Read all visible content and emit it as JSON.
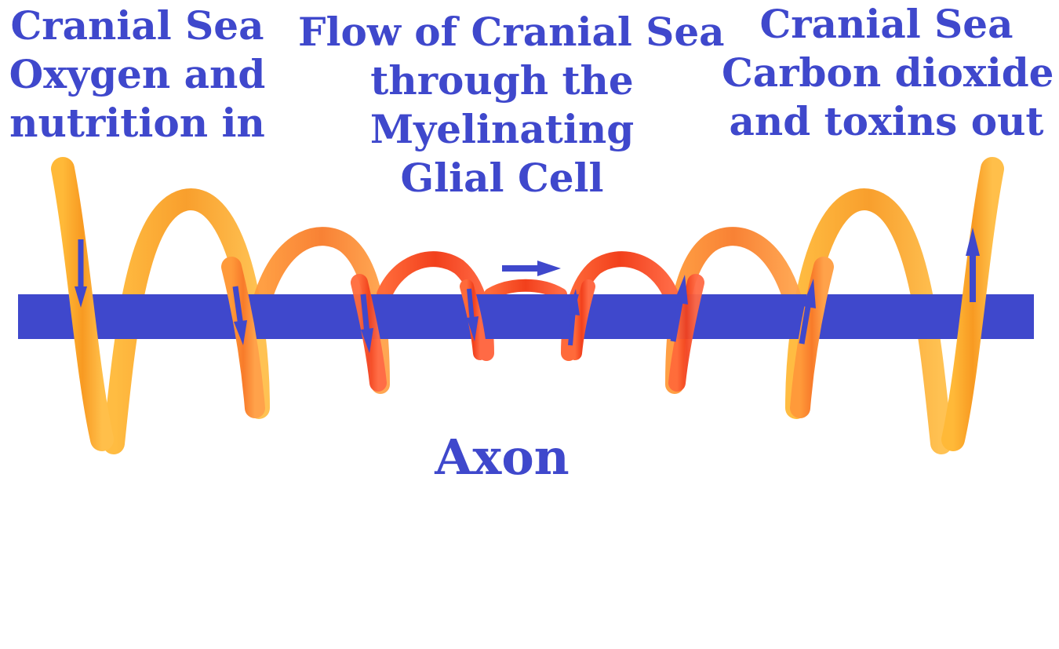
{
  "labels": {
    "left": [
      "Cranial Sea",
      "Oxygen and",
      "nutrition in"
    ],
    "middle": [
      "Flow of Cranial Sea",
      "through the",
      "Myelinating",
      "Glial Cell"
    ],
    "right": [
      "Cranial Sea",
      "Carbon dioxide",
      "and toxins out"
    ],
    "axon": "Axon"
  },
  "colors": {
    "text": "#3f48cc",
    "axon": "#3f48cc",
    "arrow": "#3f48cc",
    "coil_outer": "#f7a21b",
    "coil_inner": "#f2401c"
  },
  "icons": {
    "flow_arrow": "arrow-right-icon",
    "coil_arrows": [
      "arrow-down-icon",
      "arrow-up-icon"
    ]
  }
}
